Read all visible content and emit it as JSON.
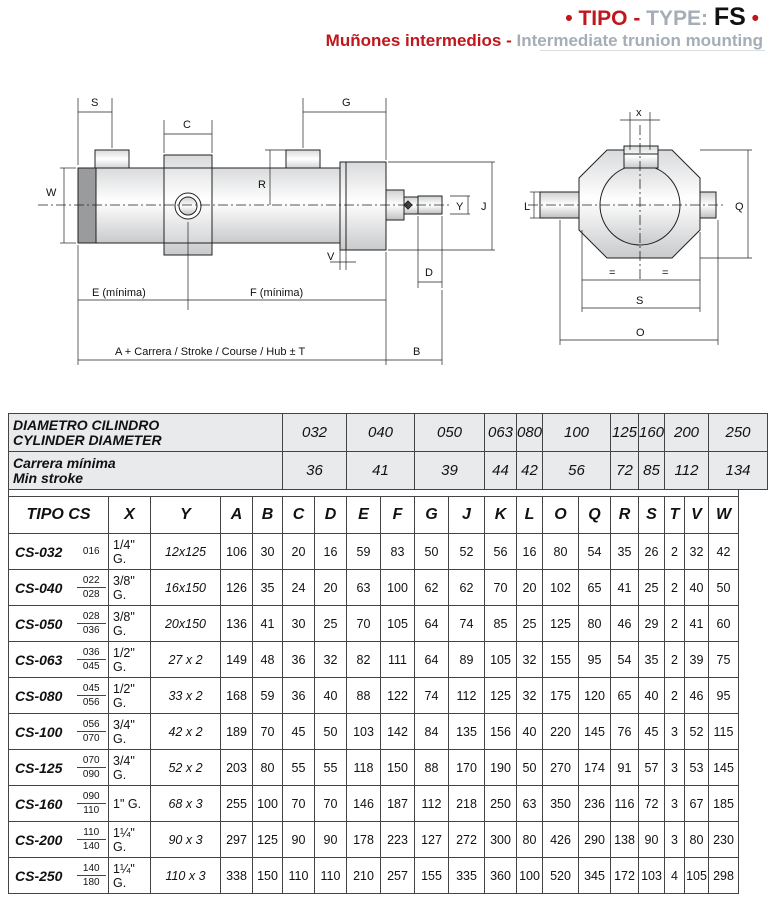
{
  "title": {
    "bullet": "•",
    "tipo": "TIPO",
    "dash": "-",
    "type": "TYPE:",
    "code": "FS",
    "subtitle_es": "Muñones intermedios",
    "subtitle_en": "Intermediate trunion mounting"
  },
  "drawing_labels": {
    "S": "S",
    "G": "G",
    "C": "C",
    "W": "W",
    "R": "R",
    "Y": "Y",
    "J": "J",
    "V": "V",
    "D": "D",
    "E": "E (mínima)",
    "F": "F (mínima)",
    "A": "A + Carrera / Stroke / Course / Hub ± T",
    "B": "B",
    "X": "x",
    "L": "L",
    "Q": "Q",
    "eq": "=",
    "S2": "S",
    "O": "O"
  },
  "header": {
    "diameter_label_es": "DIAMETRO CILINDRO",
    "diameter_label_en": "CYLINDER DIAMETER",
    "diameters": [
      "032",
      "040",
      "050",
      "063",
      "080",
      "100",
      "125",
      "160",
      "200",
      "250"
    ],
    "stroke_label_es": "Carrera mínima",
    "stroke_label_en": "Min stroke",
    "min_strokes": [
      "36",
      "41",
      "39",
      "44",
      "42",
      "56",
      "72",
      "85",
      "112",
      "134"
    ]
  },
  "columns": [
    "TIPO CS",
    "X",
    "Y",
    "A",
    "B",
    "C",
    "D",
    "E",
    "F",
    "G",
    "J",
    "K",
    "L",
    "O",
    "Q",
    "R",
    "S",
    "T",
    "V",
    "W"
  ],
  "rows": [
    {
      "tipo": "CS-032",
      "sub": [
        "016"
      ],
      "x": "1/4\" G.",
      "y": "12x125",
      "vals": [
        "106",
        "30",
        "20",
        "16",
        "59",
        "83",
        "50",
        "52",
        "56",
        "16",
        "80",
        "54",
        "35",
        "26",
        "2",
        "32",
        "42"
      ]
    },
    {
      "tipo": "CS-040",
      "sub": [
        "022",
        "028"
      ],
      "x": "3/8\" G.",
      "y": "16x150",
      "vals": [
        "126",
        "35",
        "24",
        "20",
        "63",
        "100",
        "62",
        "62",
        "70",
        "20",
        "102",
        "65",
        "41",
        "25",
        "2",
        "40",
        "50"
      ]
    },
    {
      "tipo": "CS-050",
      "sub": [
        "028",
        "036"
      ],
      "x": "3/8\" G.",
      "y": "20x150",
      "vals": [
        "136",
        "41",
        "30",
        "25",
        "70",
        "105",
        "64",
        "74",
        "85",
        "25",
        "125",
        "80",
        "46",
        "29",
        "2",
        "41",
        "60"
      ]
    },
    {
      "tipo": "CS-063",
      "sub": [
        "036",
        "045"
      ],
      "x": "1/2\" G.",
      "y": "27 x 2",
      "vals": [
        "149",
        "48",
        "36",
        "32",
        "82",
        "111",
        "64",
        "89",
        "105",
        "32",
        "155",
        "95",
        "54",
        "35",
        "2",
        "39",
        "75"
      ]
    },
    {
      "tipo": "CS-080",
      "sub": [
        "045",
        "056"
      ],
      "x": "1/2\" G.",
      "y": "33 x 2",
      "vals": [
        "168",
        "59",
        "36",
        "40",
        "88",
        "122",
        "74",
        "112",
        "125",
        "32",
        "175",
        "120",
        "65",
        "40",
        "2",
        "46",
        "95"
      ]
    },
    {
      "tipo": "CS-100",
      "sub": [
        "056",
        "070"
      ],
      "x": "3/4\" G.",
      "y": "42 x 2",
      "vals": [
        "189",
        "70",
        "45",
        "50",
        "103",
        "142",
        "84",
        "135",
        "156",
        "40",
        "220",
        "145",
        "76",
        "45",
        "3",
        "52",
        "115"
      ]
    },
    {
      "tipo": "CS-125",
      "sub": [
        "070",
        "090"
      ],
      "x": "3/4\" G.",
      "y": "52 x 2",
      "vals": [
        "203",
        "80",
        "55",
        "55",
        "118",
        "150",
        "88",
        "170",
        "190",
        "50",
        "270",
        "174",
        "91",
        "57",
        "3",
        "53",
        "145"
      ]
    },
    {
      "tipo": "CS-160",
      "sub": [
        "090",
        "110"
      ],
      "x": "1\"   G.",
      "y": "68 x 3",
      "vals": [
        "255",
        "100",
        "70",
        "70",
        "146",
        "187",
        "112",
        "218",
        "250",
        "63",
        "350",
        "236",
        "116",
        "72",
        "3",
        "67",
        "185"
      ]
    },
    {
      "tipo": "CS-200",
      "sub": [
        "110",
        "140"
      ],
      "x": "1¼\" G.",
      "y": "90 x 3",
      "vals": [
        "297",
        "125",
        "90",
        "90",
        "178",
        "223",
        "127",
        "272",
        "300",
        "80",
        "426",
        "290",
        "138",
        "90",
        "3",
        "80",
        "230"
      ]
    },
    {
      "tipo": "CS-250",
      "sub": [
        "140",
        "180"
      ],
      "x": "1¼\" G.",
      "y": "110 x 3",
      "vals": [
        "338",
        "150",
        "110",
        "110",
        "210",
        "257",
        "155",
        "335",
        "360",
        "100",
        "520",
        "345",
        "172",
        "103",
        "4",
        "105",
        "298"
      ]
    }
  ]
}
